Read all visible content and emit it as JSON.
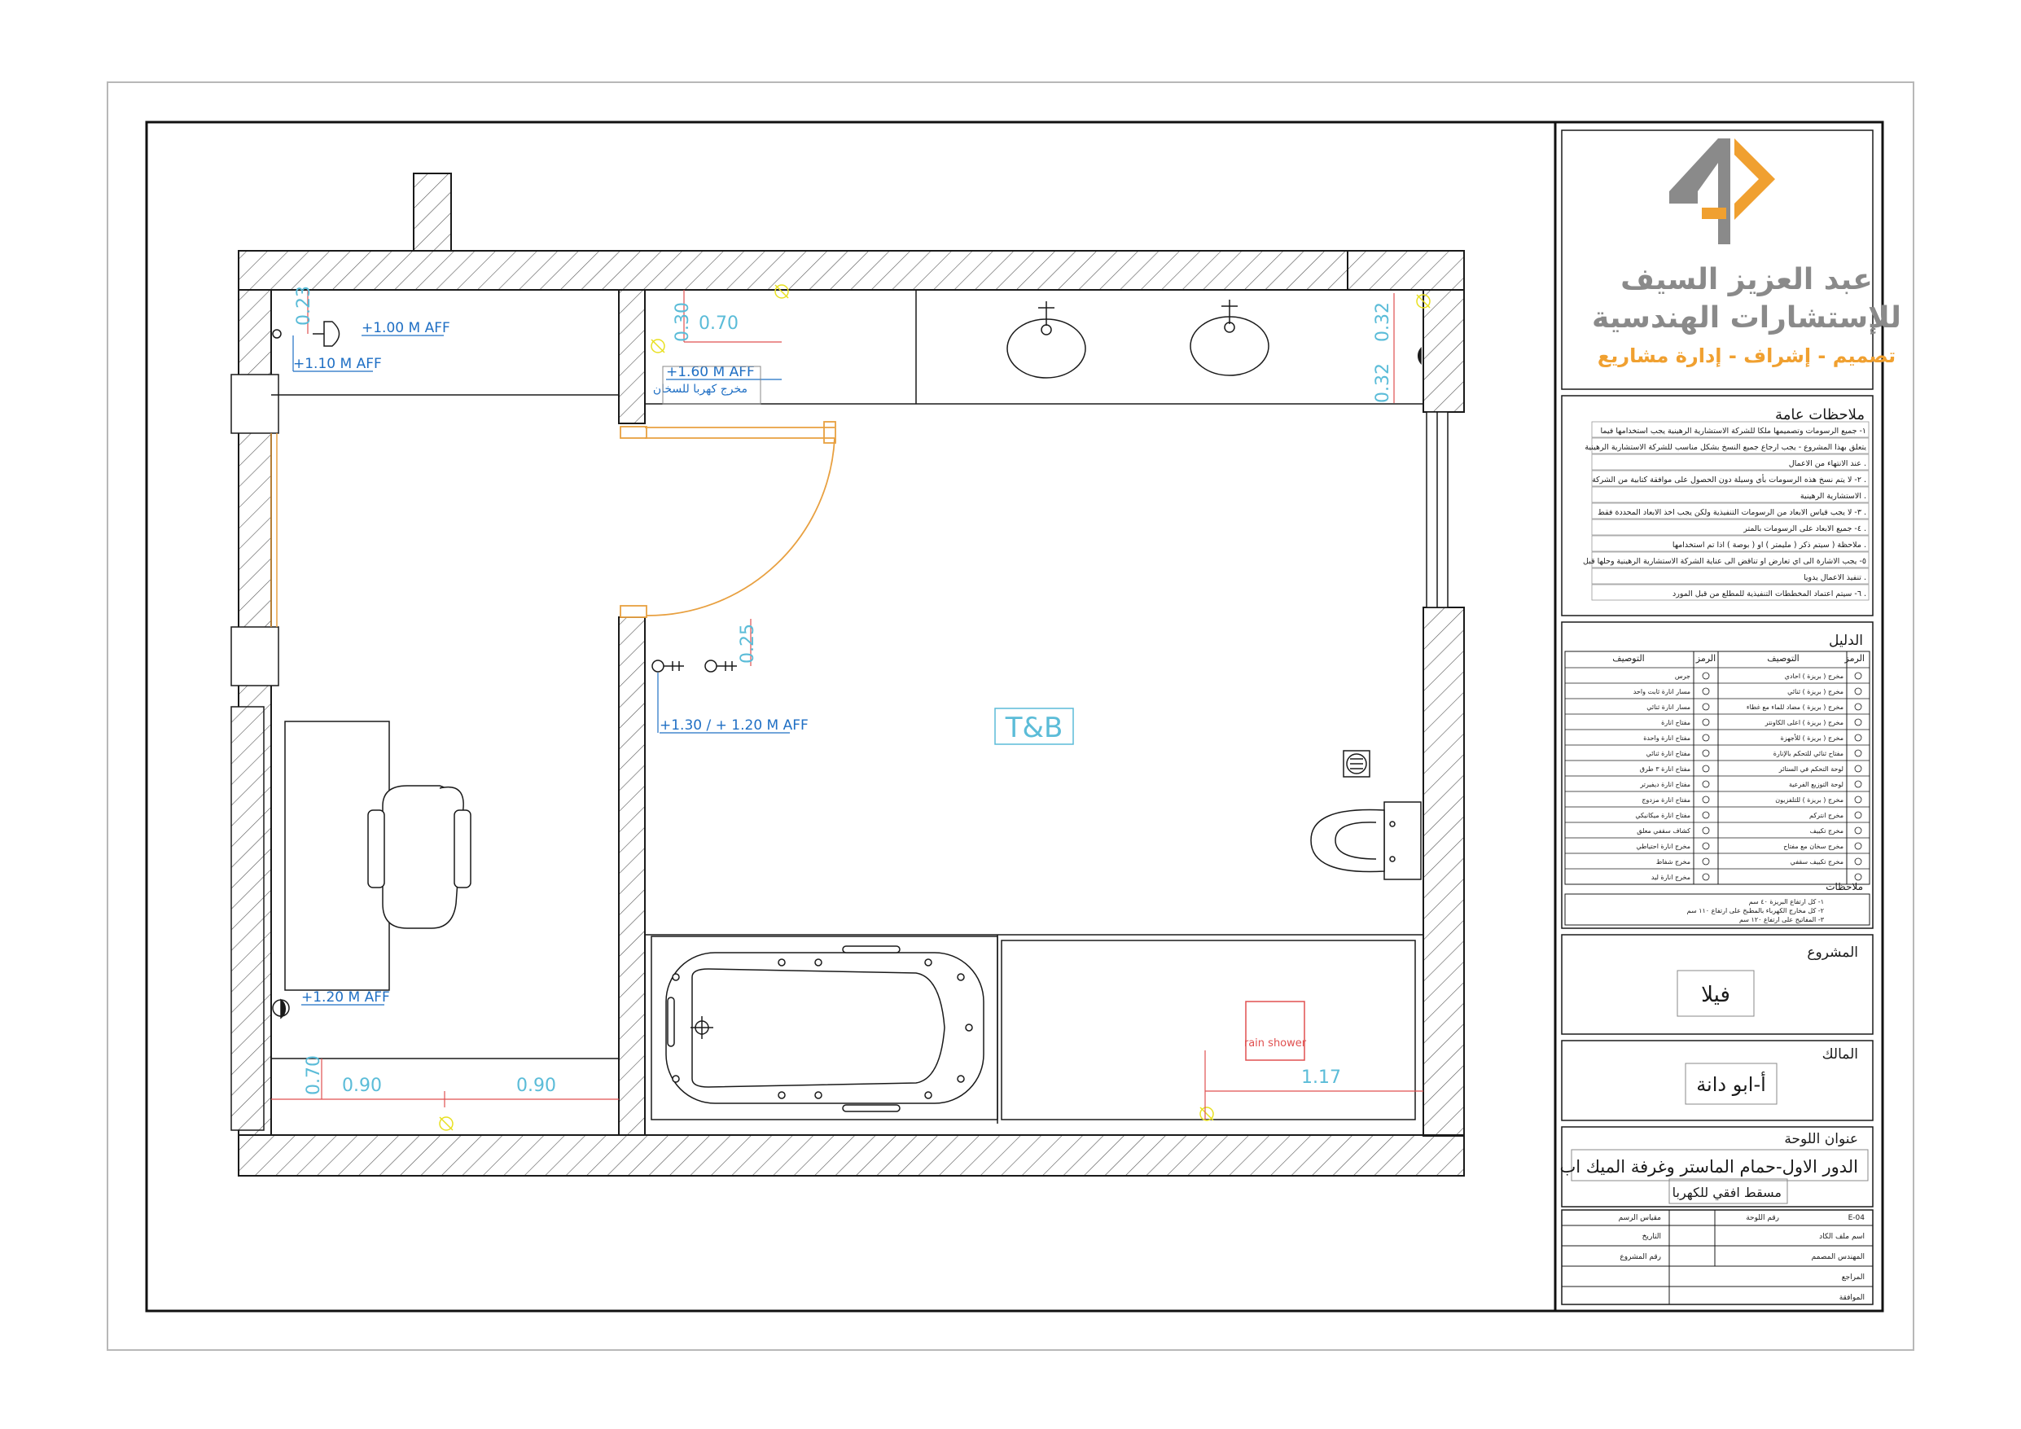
{
  "colors": {
    "line": "#1a1a1a",
    "dim": "#5bbcd8",
    "dim_red": "#e05050",
    "label_blue": "#1f6fc4",
    "door": "#e8a040",
    "logo_gray": "#8a8a8a",
    "logo_orange": "#f0a030",
    "marker_yellow": "#e8e020"
  },
  "company": {
    "name_line1": "عبد العزيز السيف",
    "name_line2": "للإستشارات الهندسية",
    "tagline": "تصميم - إشراف - إدارة مشاريع"
  },
  "plan": {
    "room_label": "T&B",
    "rain_shower": "rain shower",
    "tags": {
      "t1": "+1.00 M AFF",
      "t2": "+1.10 M AFF",
      "t3": "+1.60 M AFF",
      "t3_note": "مخرج كهربا للسخان",
      "t4": "+1.30 / + 1.20 M AFF",
      "t5": "+1.20 M AFF"
    },
    "dims": {
      "d_023": "0.23",
      "d_030": "0.30",
      "d_070a": "0.70",
      "d_032a": "0.32",
      "d_032b": "0.32",
      "d_025": "0.25",
      "d_070b": "0.70",
      "d_090a": "0.90",
      "d_090b": "0.90",
      "d_117": "1.17"
    }
  },
  "notes": {
    "title": "ملاحظات عامة",
    "items": [
      "١- جميع الرسومات وتصميمها ملكا للشركة الاستشارية الرهينية يجب استخدامها فيما",
      "يتعلق بهذا المشروع - يجب ارجاع جميع النسخ بشكل مناسب للشركة الاستشارية الرهينية",
      "عند الانتهاء من الاعمال .",
      "٢- لا يتم نسخ هذه الرسومات بأي وسيلة دون الحصول على موافقة كتابية من الشركة .",
      "الاستشارية الرهينية .",
      "٣- لا يجب قياس الابعاد من الرسومات التنفيذية ولكن يجب اخذ الابعاد المحددة فقط .",
      "٤- جميع الابعاد على الرسومات بالمتر .",
      "ملاحظة ( سيتم ذكر ( مليمتر ) او ( بوصة ) اذا تم استخدامها .",
      "٥- يجب الاشارة الى اي تعارض او تناقض الى عناية الشركة الاستشارية الرهينية وحلها قبل",
      "تنفيذ الاعمال يدويا .",
      "٦- سيتم اعتماد المخططات التنفيذية للمطلع من قبل المورد ."
    ]
  },
  "legend": {
    "title": "الدليل",
    "col_symbol": "الرمز",
    "col_desc": "التوصيف",
    "right_col": [
      "مخرج ( بريزة ) احادي",
      "مخرج ( بريزة ) ثنائي",
      "مخرج ( بريزة ) مضاد للماء مع غطاء",
      "مخرج ( بريزة ) اعلى الكاونتر",
      "مخرج ( بريزة ) للأجهزة",
      "مفتاح ثنائي للتحكم بالإنارة",
      "لوحة التحكم في الستائر",
      "لوحة التوزيع الفرعية",
      "مخرج ( بريزة ) للتلفزيون",
      "مخرج انتركم",
      "مخرج تكييف",
      "مخرج سخان مع مفتاح",
      "مخرج تكييف سقفي"
    ],
    "left_col": [
      "جرس",
      "مسار انارة ثابت واحد",
      "مسار انارة ثنائي",
      "مفتاح انارة",
      "مفتاح انارة واحدة",
      "مفتاح انارة ثنائي",
      "مفتاح انارة ٣ طرق",
      "مفتاح انارة ديفيرتر",
      "مفتاح انارة مزدوج",
      "مفتاح انارة ميكانيكي",
      "كشاف سقفي معلق",
      "مخرج انارة احتياطي",
      "مخرج شفاط",
      "مخرج انارة ليد"
    ],
    "remarks_title": "ملاحظات",
    "remarks": [
      "١- كل ارتفاع البريزة ٤٠ سم",
      "٢- كل مخارج الكهرباء بالمطبخ على ارتفاع ١١٠ سم",
      "٣- المفاتيح على ارتفاع ١٢٠ سم"
    ]
  },
  "project": {
    "label": "المشروع",
    "value": "فيلا"
  },
  "owner": {
    "label": "المالك",
    "value": "أ-ابو دانة"
  },
  "sheet": {
    "label": "عنوان اللوحة",
    "line1": "الدور الاول-حمام الماستر وغرفة الميك اب",
    "line2": "مسقط افقي للكهربا"
  },
  "info": {
    "scale": "مقياس الرسم",
    "sheet_no": "رقم اللوحة",
    "sheet_no_val": "E-04",
    "drawing_name": "اسم ملف الكاد",
    "engineer": "المهندس المصمم",
    "date": "التاريخ",
    "project_no": "رقم المشروع",
    "revision": "المراجع",
    "approval": "الموافقة"
  }
}
